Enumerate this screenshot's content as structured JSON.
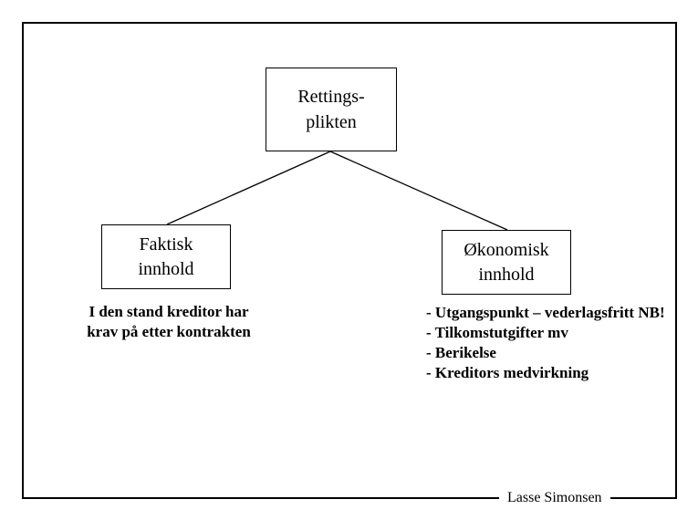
{
  "diagram": {
    "root_box": {
      "lines": [
        "Rettings-",
        "plikten"
      ]
    },
    "left_box": {
      "lines": [
        "Faktisk",
        "innhold"
      ]
    },
    "right_box": {
      "lines": [
        "Økonomisk",
        "innhold"
      ]
    },
    "left_note": {
      "lines": [
        "I den stand kreditor har",
        "krav på etter kontrakten"
      ]
    },
    "right_list": {
      "items": [
        "- Utgangspunkt – vederlagsfritt NB!",
        "- Tilkomstutgifter mv",
        "- Berikelse",
        "- Kreditors medvirkning"
      ]
    }
  },
  "footer": {
    "author": "Lasse Simonsen"
  },
  "colors": {
    "ink": "#000000",
    "background": "#ffffff"
  }
}
